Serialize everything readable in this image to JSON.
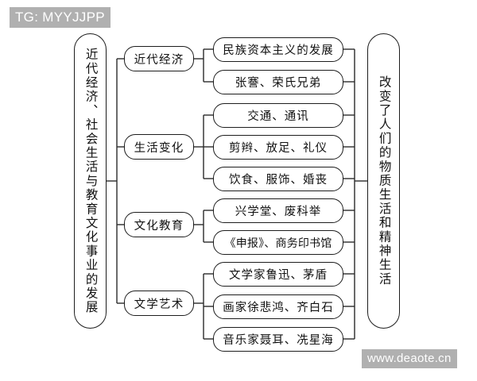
{
  "watermarks": {
    "top_left": "TG: MYYJJPP",
    "bottom_right": "www.deaote.cn"
  },
  "colors": {
    "line": "#2b2b2b",
    "box_border": "#1d1d1d",
    "text": "#111111",
    "watermark_bg": "#b0b0b0",
    "watermark_text": "#ffffff",
    "background": "#ffffff"
  },
  "diagram": {
    "type": "mind-map",
    "orientation": "left-to-right",
    "root": {
      "label": "近代经济、社会生活与教育文化事业的发展",
      "shape": "vertical-pill"
    },
    "result": {
      "label": "改变了人们的物质生活和精神生活",
      "shape": "vertical-pill"
    },
    "categories": [
      {
        "label": "近代经济",
        "items": [
          "民族资本主义的发展",
          "张謇、荣氏兄弟"
        ]
      },
      {
        "label": "生活变化",
        "items": [
          "交通、通讯",
          "剪辫、放足、礼仪",
          "饮食、服饰、婚丧"
        ]
      },
      {
        "label": "文化教育",
        "items": [
          "兴学堂、废科举",
          "《申报》、商务印书馆"
        ]
      },
      {
        "label": "文学艺术",
        "items": [
          "文学家鲁迅、茅盾",
          "画家徐悲鸿、齐白石",
          "音乐家聂耳、冼星海"
        ]
      }
    ]
  }
}
